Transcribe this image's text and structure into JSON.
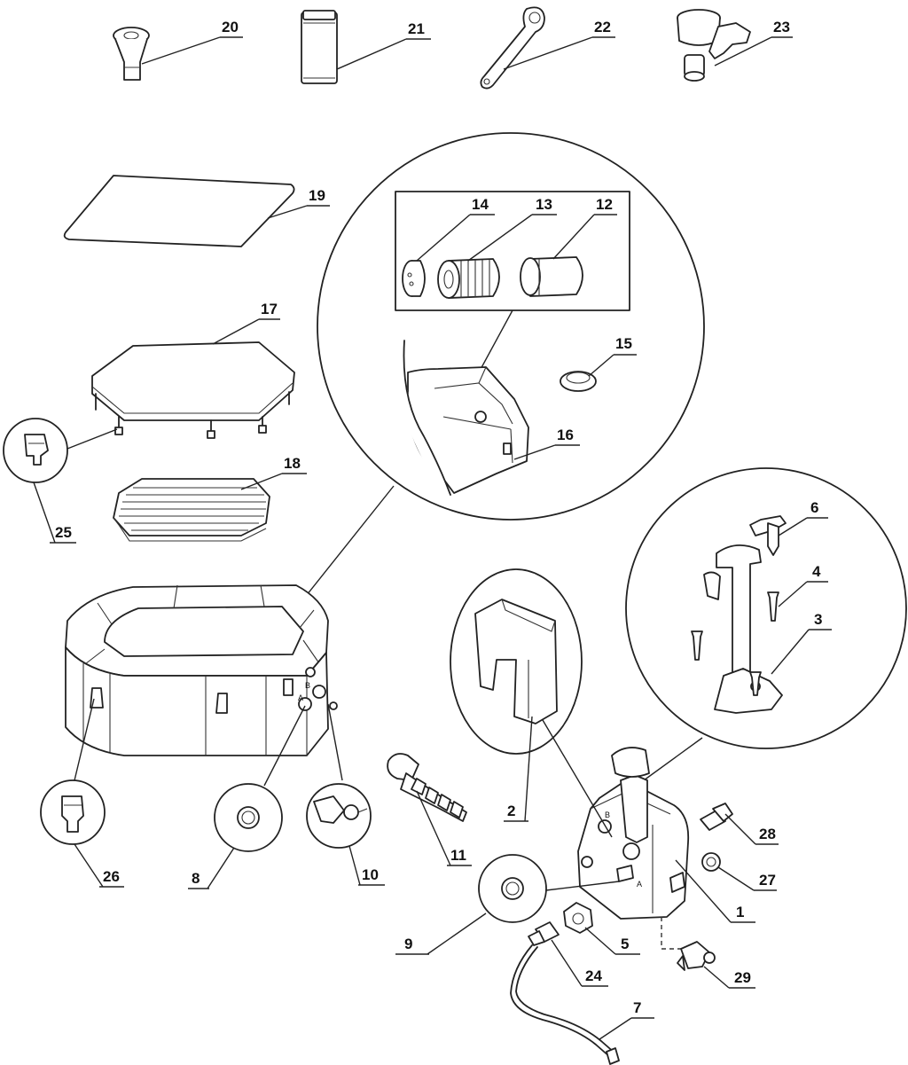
{
  "diagram": {
    "labels": {
      "p1": "1",
      "p2": "2",
      "p3": "3",
      "p4": "4",
      "p5": "5",
      "p6": "6",
      "p7": "7",
      "p8": "8",
      "p9": "9",
      "p10": "10",
      "p11": "11",
      "p12": "12",
      "p13": "13",
      "p14": "14",
      "p15": "15",
      "p16": "16",
      "p17": "17",
      "p18": "18",
      "p19": "19",
      "p20": "20",
      "p21": "21",
      "p22": "22",
      "p23": "23",
      "p24": "24",
      "p25": "25",
      "p26": "26",
      "p27": "27",
      "p28": "28",
      "p29": "29"
    },
    "sub_labels": {
      "a": "A",
      "b": "B"
    }
  }
}
